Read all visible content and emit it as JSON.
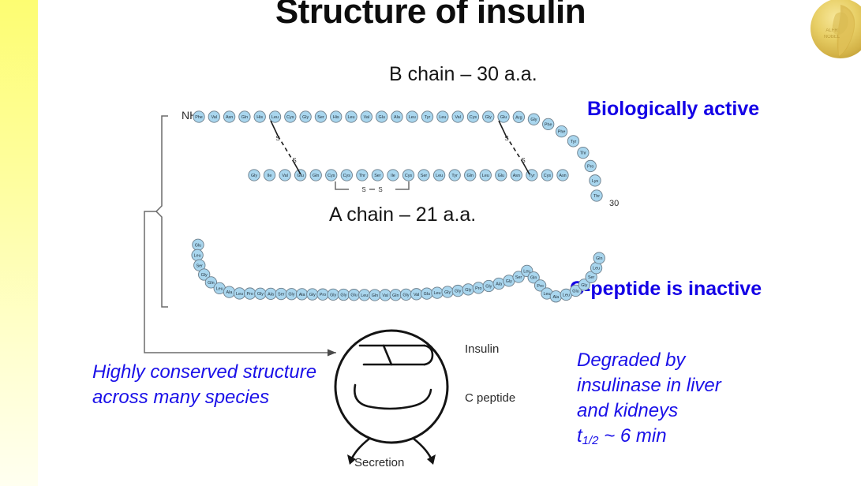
{
  "slide": {
    "title": "Structure of insulin",
    "background_color": "#ffffff",
    "accent_color": "#1400e6",
    "band_color_top": "#fdfd72",
    "band_color_bottom": "#fffff0"
  },
  "medal": {
    "icon": "nobel-medal-icon",
    "alt_text": "ALFR NOBEL"
  },
  "captions": {
    "b_chain": "B chain – 30 a.a.",
    "a_chain": "A chain – 21 a.a."
  },
  "callouts": {
    "biologically_active": "Biologically active",
    "c_peptide_inactive": "C-peptide is inactive"
  },
  "notes": {
    "conserved": "Highly conserved structure across many species",
    "degraded_line1": "Degraded by",
    "degraded_line2": "insulinase in liver",
    "degraded_line3": "and kidneys",
    "halflife_symbol": "t",
    "halflife_sub": "1/2",
    "halflife_value": "~ 6 min"
  },
  "granule": {
    "insulin_label": "Insulin",
    "c_peptide_label": "C peptide",
    "secretion_label": "Secretion"
  },
  "diagram_labels": {
    "n_terminus": "NH",
    "n_terminus_sub": "2",
    "terminal_residue_number": "30",
    "disulfide_s": "S"
  },
  "chain_data": {
    "b_chain_residues": [
      "Phe",
      "Val",
      "Asn",
      "Gln",
      "His",
      "Leu",
      "Cys",
      "Gly",
      "Ser",
      "His",
      "Leu",
      "Val",
      "Glu",
      "Ala",
      "Leu",
      "Tyr",
      "Leu",
      "Val",
      "Cys",
      "Gly",
      "Glu",
      "Arg",
      "Gly",
      "Phe",
      "Phe",
      "Tyr",
      "Thr",
      "Pro",
      "Lys",
      "Thr"
    ],
    "a_chain_residues": [
      "Gly",
      "Ile",
      "Val",
      "Glu",
      "Gln",
      "Cys",
      "Cys",
      "Thr",
      "Ser",
      "Ile",
      "Cys",
      "Ser",
      "Leu",
      "Tyr",
      "Gln",
      "Leu",
      "Glu",
      "Asn",
      "Tyr",
      "Cys",
      "Asn"
    ],
    "c_peptide_residues": [
      "Glu",
      "Leu",
      "Ser",
      "Gly",
      "Gln",
      "Leu",
      "Ala",
      "Leu",
      "Pro",
      "Gly",
      "Ala",
      "Ser",
      "Gly",
      "Ala",
      "Gly",
      "Pro",
      "Gly",
      "Gly",
      "Glu",
      "Leu",
      "Gln",
      "Val",
      "Gln",
      "Gly",
      "Val",
      "Glu",
      "Leu",
      "Gly",
      "Gly",
      "Gly",
      "Pro",
      "Gly",
      "Ala",
      "Gly",
      "Ser",
      "Leu",
      "Gln",
      "Pro",
      "Leu",
      "Ala",
      "Leu",
      "Glu",
      "Gly",
      "Ser",
      "Leu",
      "Gln"
    ],
    "disulfide_bonds": [
      "B7-A7",
      "B19-A20",
      "A6-A11"
    ]
  }
}
